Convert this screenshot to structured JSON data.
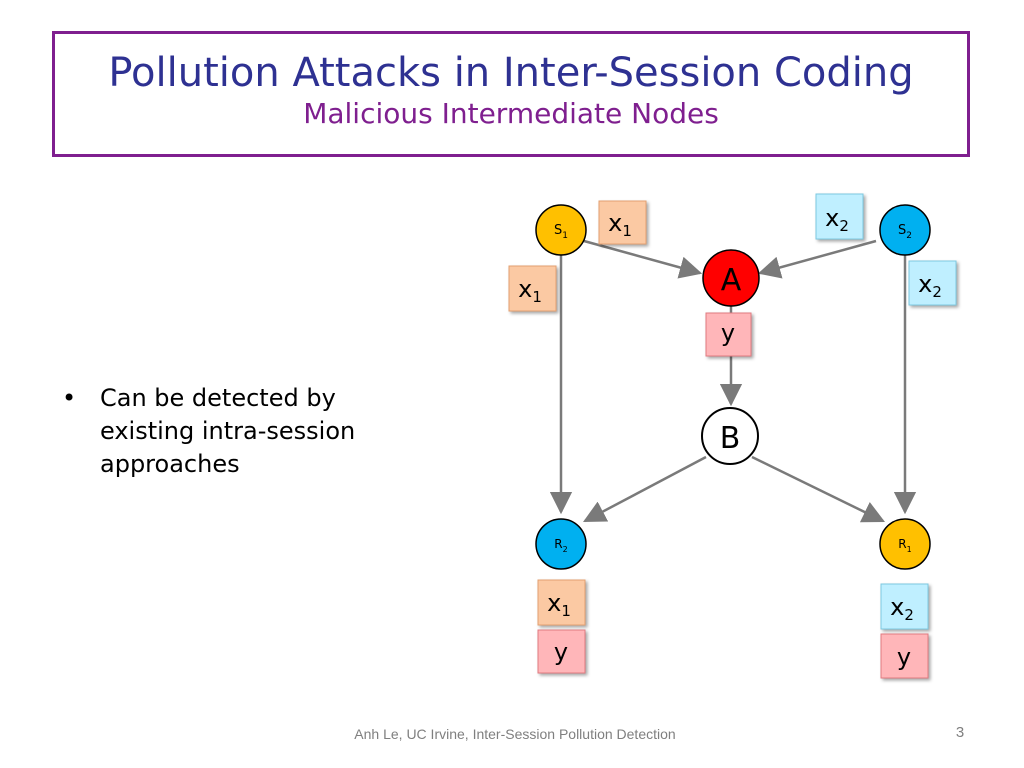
{
  "title": "Pollution Attacks in Inter-Session Coding",
  "subtitle": "Malicious Intermediate Nodes",
  "bullets": [
    "Can be detected by existing intra-session approaches"
  ],
  "bullet_lines": [
    "Can be detected by",
    "existing intra-session",
    "approaches"
  ],
  "footer": "Anh Le,  UC Irvine, Inter-Session Pollution Detection",
  "page_number": "3",
  "colors": {
    "title": "#2e3192",
    "subtitle": "#7f1f8f",
    "border": "#7f1f8f",
    "source_1": "#ffc000",
    "source_2": "#00b0f0",
    "malicious": "#ff0000",
    "x1_box": "#fbc9a3",
    "x2_box": "#bfefff",
    "y_box": "#ffb6b9",
    "edge": "#7a7a7a"
  },
  "nodes": {
    "s1": {
      "base": "S",
      "sub": "1"
    },
    "s2": {
      "base": "S",
      "sub": "2"
    },
    "a": {
      "label": "A"
    },
    "b": {
      "label": "B"
    },
    "r1": {
      "base": "R",
      "sub": "1"
    },
    "r2": {
      "base": "R",
      "sub": "2"
    }
  },
  "packets": {
    "x1_top": {
      "base": "x",
      "sub": "1"
    },
    "x2_top": {
      "base": "x",
      "sub": "2"
    },
    "x1_left": {
      "base": "x",
      "sub": "1"
    },
    "x2_right": {
      "base": "x",
      "sub": "2"
    },
    "y_mid": {
      "label": "y"
    },
    "x1_r2": {
      "base": "x",
      "sub": "1"
    },
    "y_r2": {
      "label": "y"
    },
    "x2_r1": {
      "base": "x",
      "sub": "2"
    },
    "y_r1": {
      "label": "y"
    }
  }
}
